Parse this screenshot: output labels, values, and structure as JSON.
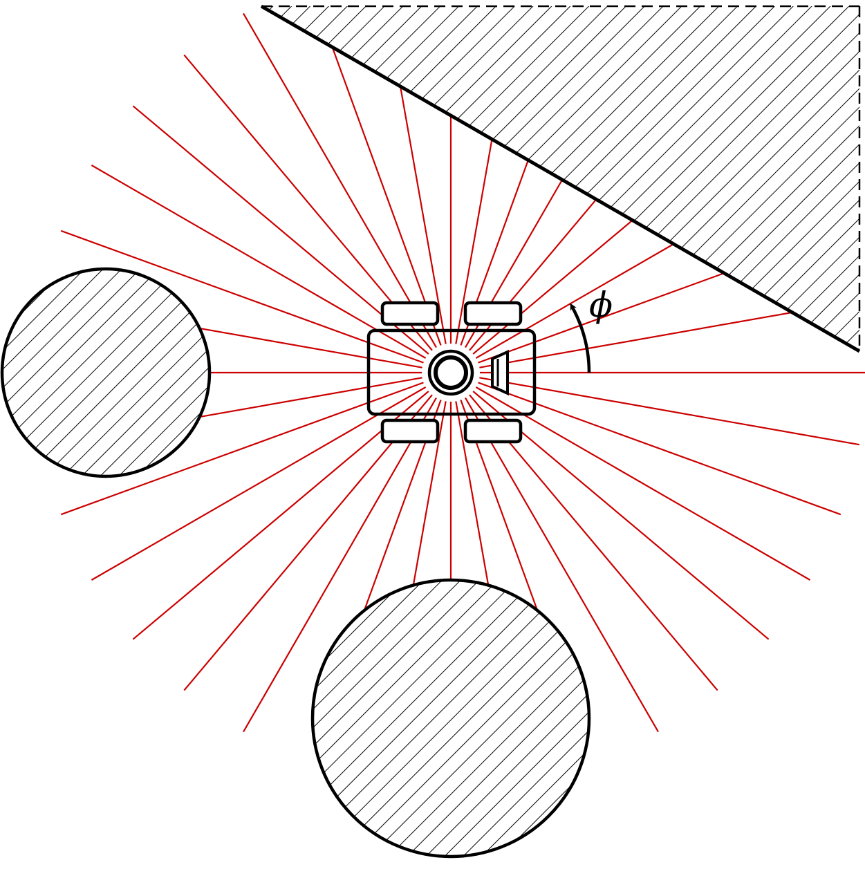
{
  "angle_label": "ϕ",
  "colors": {
    "ray": "#cc0000",
    "outline": "#000000",
    "hatch": "#000000",
    "background": "#ffffff"
  },
  "ray_count": 36,
  "ray_step_deg": 10,
  "obstacles": [
    "wall-obstacle",
    "left-circle-obstacle",
    "bottom-circle-obstacle"
  ],
  "robot": {
    "parts": [
      "body",
      "lidar-sensor",
      "front-camera",
      "wheel-front-left",
      "wheel-front-right",
      "wheel-rear-left",
      "wheel-rear-right"
    ]
  }
}
